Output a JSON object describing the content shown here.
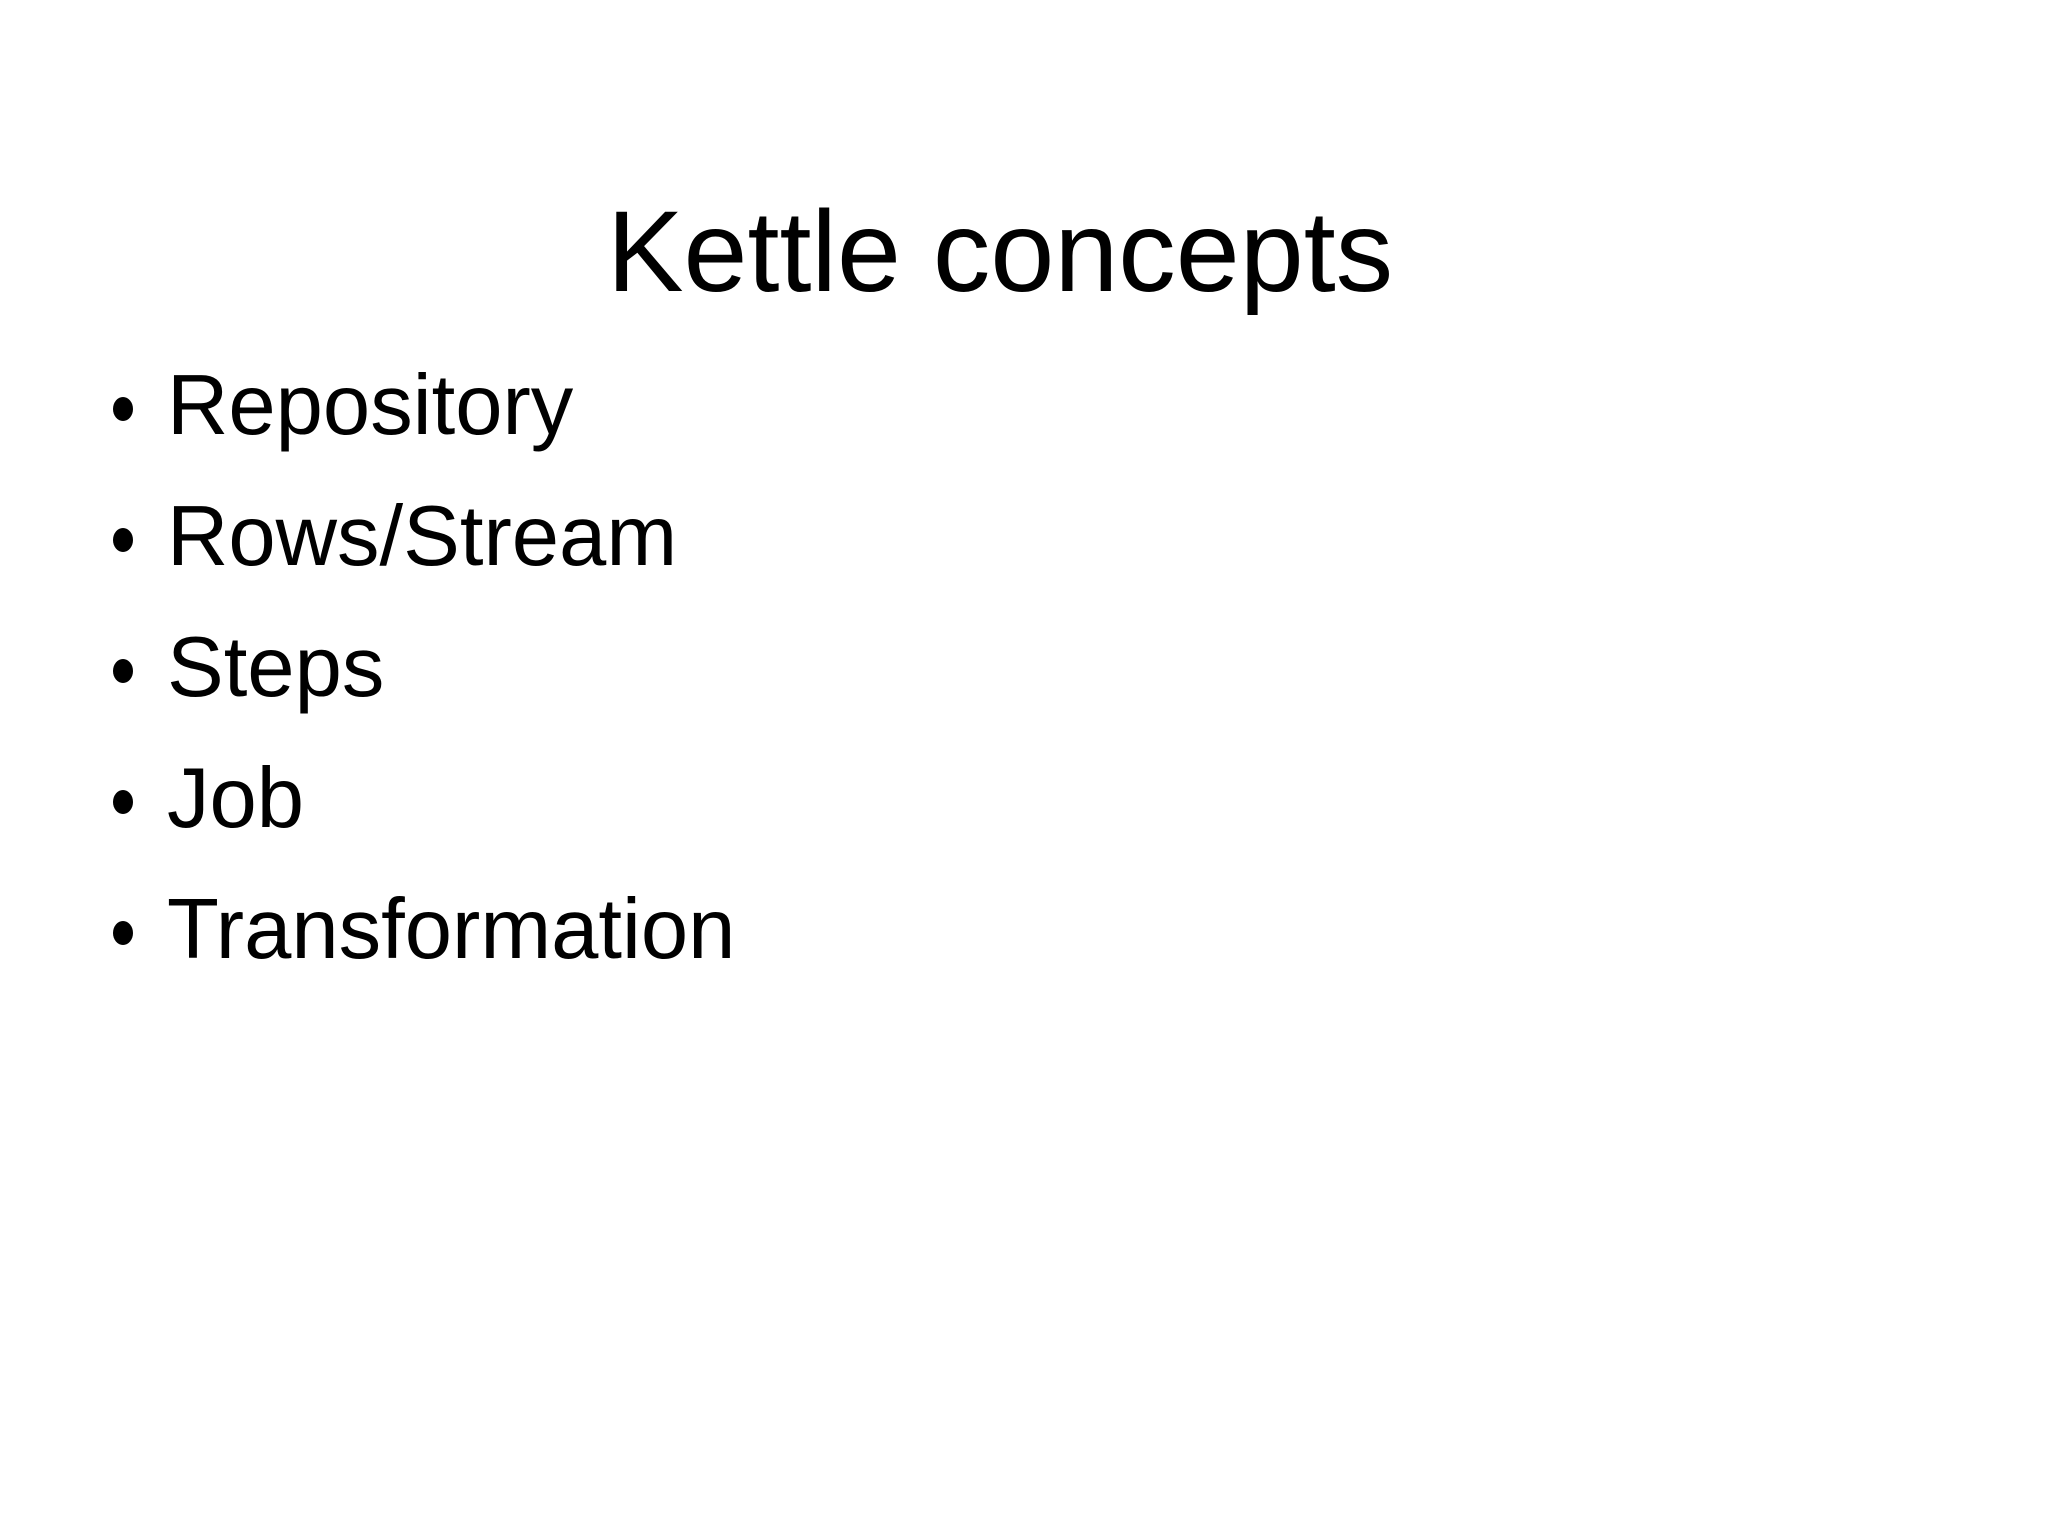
{
  "slide": {
    "title": "Kettle concepts",
    "bullets": [
      "Repository",
      "Rows/Stream",
      "Steps",
      "Job",
      "Transformation"
    ],
    "colors": {
      "background": "#ffffff",
      "text": "#000000"
    }
  }
}
